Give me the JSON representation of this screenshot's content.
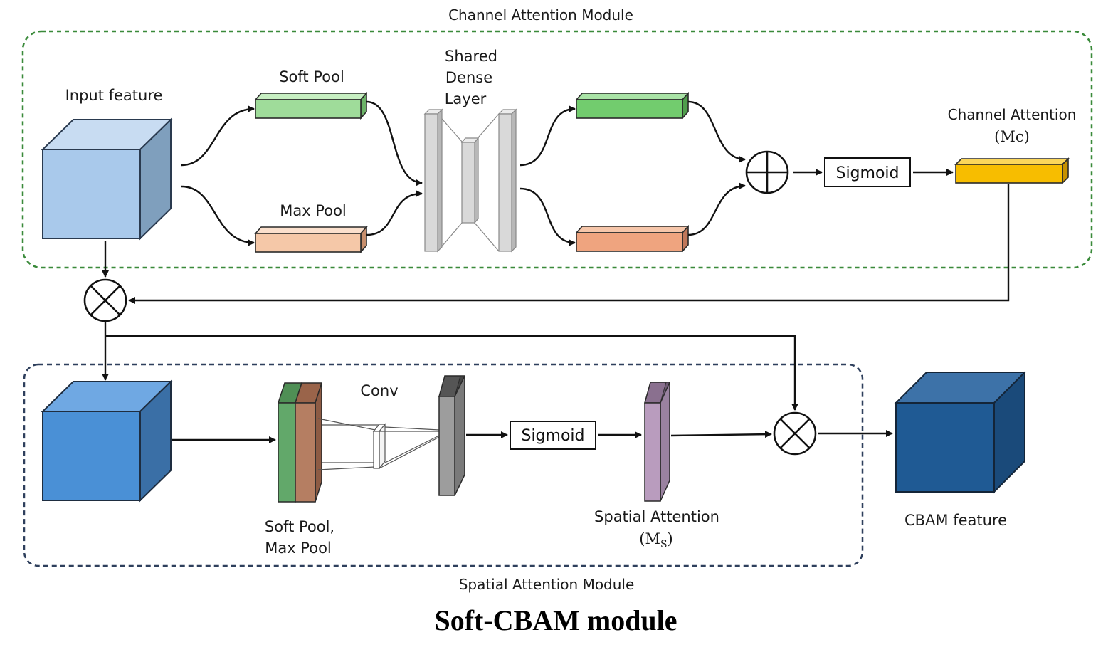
{
  "title": "Soft-CBAM module",
  "channel_module": {
    "label": "Channel Attention Module",
    "input_label": "Input feature",
    "soft_pool_label": "Soft Pool",
    "max_pool_label": "Max Pool",
    "dense_label_line1": "Shared",
    "dense_label_line2": "Dense",
    "dense_label_line3": "Layer",
    "sigmoid_label": "Sigmoid",
    "output_label_line1": "Channel Attention",
    "output_label_line2": "(Mc)"
  },
  "spatial_module": {
    "label": "Spatial Attention Module",
    "pool_label_line1": "Soft Pool,",
    "pool_label_line2": "Max Pool",
    "conv_label": "Conv",
    "sigmoid_label": "Sigmoid",
    "output_label_line1": "Spatial Attention",
    "output_label_line2_main": "(M",
    "output_label_line2_sub": "S",
    "output_label_line2_end": ")",
    "cbam_label": "CBAM feature"
  },
  "colors": {
    "channel_border": "#3a8a3a",
    "spatial_border": "#2e3f5c",
    "input_cube": "#a9c9eb",
    "mid_cube": "#4a90d6",
    "output_cube": "#1f5a94",
    "soft_pool_bar": "#9fdc9a",
    "max_pool_bar": "#f5c8a8",
    "soft_pool_out_bar": "#72cc6e",
    "max_pool_out_bar": "#efa47f",
    "channel_attention_bar": "#f7bd00",
    "spatial_soft_slab": "#62a86a",
    "spatial_max_slab": "#b57e62",
    "conv_slab": "#9d9d9d",
    "spatial_attention_slab": "#b99cbe"
  }
}
